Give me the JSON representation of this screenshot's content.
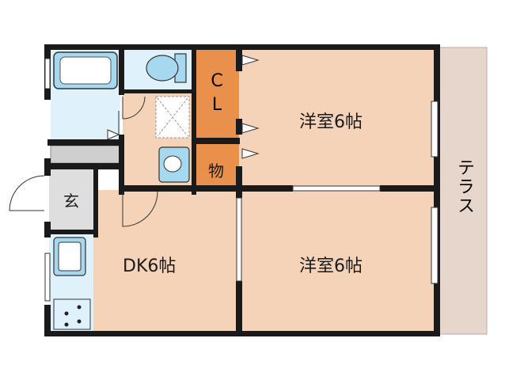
{
  "rooms": {
    "western_room_1": "洋室6帖",
    "western_room_2": "洋室6帖",
    "dk": "DK6帖",
    "closet": "C\nL",
    "storage": "物",
    "entrance": "玄",
    "terrace": "テラス"
  },
  "colors": {
    "room_floor": "#f5d3b8",
    "closet": "#e9904d",
    "wet_area": "#dff1fb",
    "fixture": "#a6d8ef",
    "terrace": "#e6d6cb",
    "wall": "#1a1a1a",
    "gray_floor": "#cfcfcf"
  }
}
